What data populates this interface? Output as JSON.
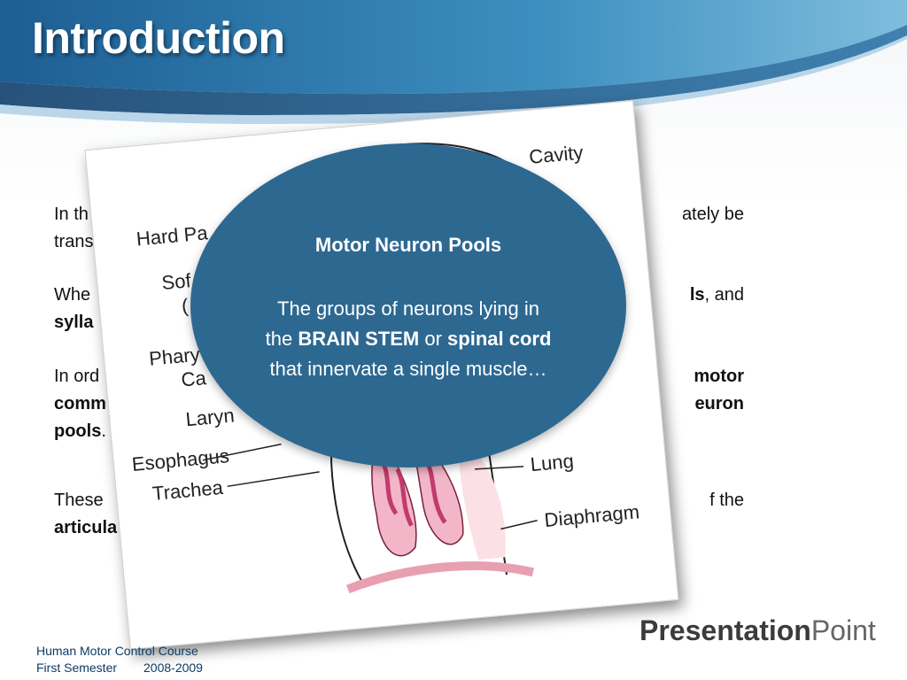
{
  "slide": {
    "title": "Introduction",
    "paragraph1": {
      "visible_start": "In th",
      "visible_end": "ately be",
      "line2": "trans"
    },
    "paragraph2": {
      "visible_start": "Whe",
      "bold_end": "ls",
      "end": ", and",
      "line2_bold": "sylla"
    },
    "paragraph3": {
      "visible_start": "In  ord",
      "bold_end": "motor",
      "line2_bold_start": "comm",
      "line2_bold_end": "euron",
      "line3_bold": "pools",
      "line3_end": "."
    },
    "paragraph4": {
      "visible_start": "These",
      "visible_end": "f  the",
      "line2_bold": "articula"
    }
  },
  "diagram_labels": {
    "nasal_cavity": "Cavity",
    "hard_palate": "Hard Pa",
    "soft_palate": "Sof",
    "paren": "(",
    "pharynx": "Phary",
    "ca": "Ca",
    "larynx": "Laryn",
    "esophagus": "Esophagus",
    "trachea": "Trachea",
    "lung": "Lung",
    "diaphragm": "Diaphragm"
  },
  "callout": {
    "title": "Motor Neuron Pools",
    "body_line1": "The groups of neurons lying in",
    "body_line2_pre": "the",
    "body_line2_bold1": "BRAIN STEM",
    "body_line2_mid": "or",
    "body_line2_bold2": "spinal cord",
    "body_line3": "that  innervate  a single  muscle…"
  },
  "footer": {
    "line1": "Human Motor Control Course",
    "line2_left": "First Semester",
    "line2_right": "2008-2009"
  },
  "brand": {
    "bold": "Presentation",
    "light": "Point"
  },
  "colors": {
    "header_blue": "#2a73a8",
    "oval_blue": "#2d6891",
    "lung_pink": "#c23a6e",
    "footer_text": "#0b3b66"
  }
}
